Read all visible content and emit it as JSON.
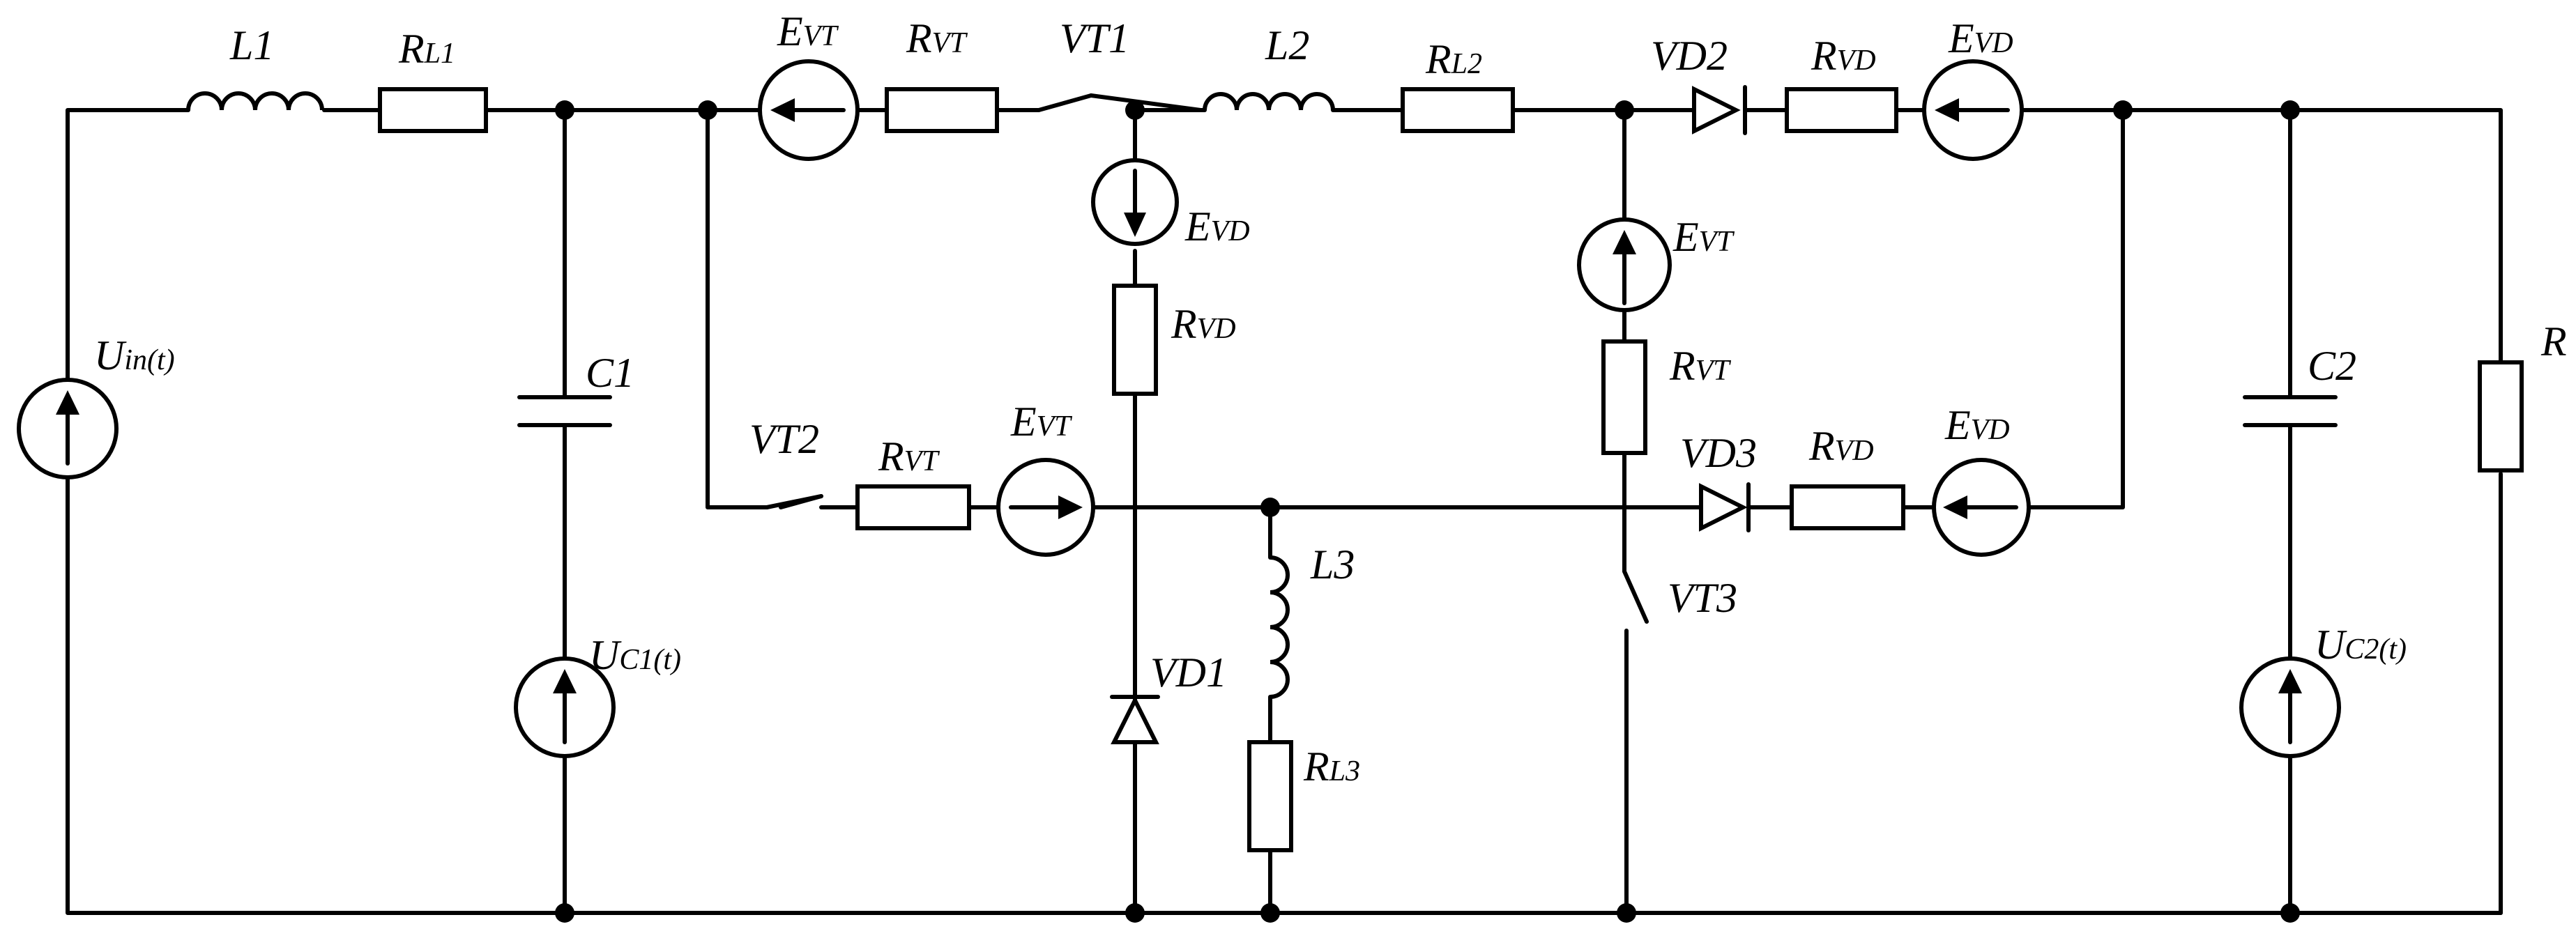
{
  "labels": {
    "L1": "L1",
    "RL1_main": "R",
    "RL1_sub": "L1",
    "C1": "C1",
    "Uin_main": "U",
    "Uin_sub": "in(t)",
    "UC1_main": "U",
    "UC1_sub": "C1(t)",
    "EVT_top_main": "E",
    "EVT_top_sub": "VT",
    "RVT_top_main": "R",
    "RVT_top_sub": "VT",
    "VT1": "VT1",
    "L2": "L2",
    "RL2_main": "R",
    "RL2_sub": "L2",
    "VD2": "VD2",
    "RVD_top_main": "R",
    "RVD_top_sub": "VD",
    "EVD_top_main": "E",
    "EVD_top_sub": "VD",
    "EVD_mid_main": "E",
    "EVD_mid_sub": "VD",
    "RVD_mid_main": "R",
    "RVD_mid_sub": "VD",
    "EVT_mid_main": "E",
    "EVT_mid_sub": "VT",
    "RVT_mid_main": "R",
    "RVT_mid_sub": "VT",
    "VT2": "VT2",
    "RVT_low_main": "R",
    "RVT_low_sub": "VT",
    "EVT_low_main": "E",
    "EVT_low_sub": "VT",
    "VD3": "VD3",
    "RVD_low_main": "R",
    "RVD_low_sub": "VD",
    "EVD_low_main": "E",
    "EVD_low_sub": "VD",
    "L3": "L3",
    "RL3_main": "R",
    "RL3_sub": "L3",
    "VD1": "VD1",
    "VT3": "VT3",
    "C2": "C2",
    "R": "R",
    "UC2_main": "U",
    "UC2_sub": "C2(t)"
  }
}
